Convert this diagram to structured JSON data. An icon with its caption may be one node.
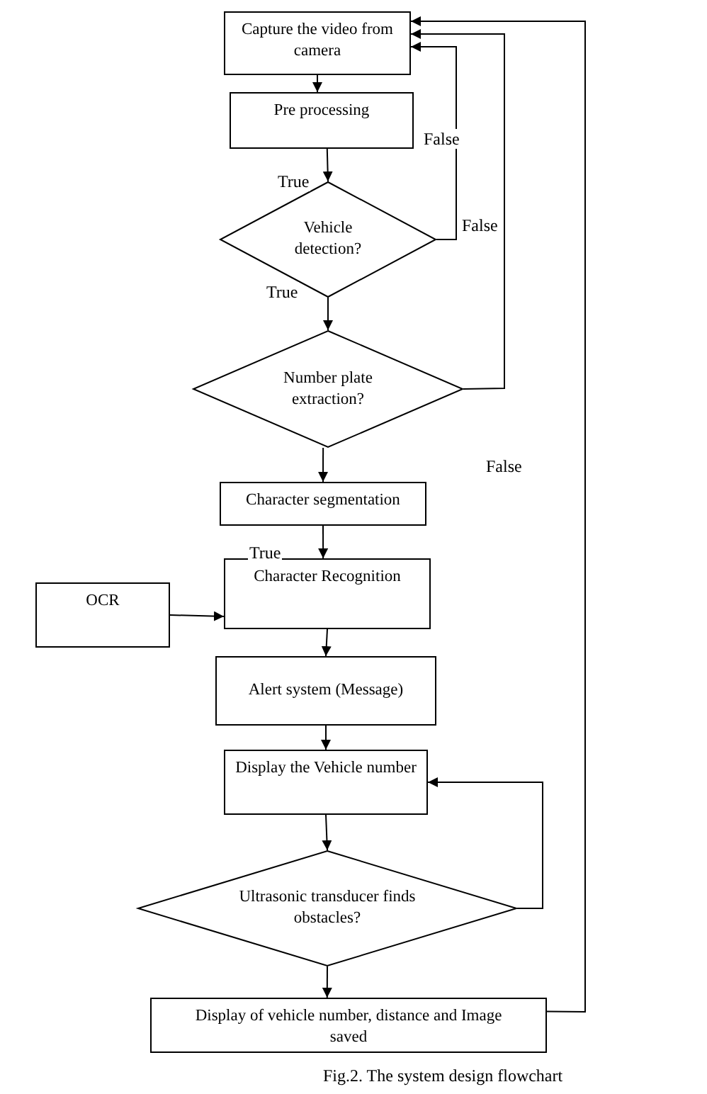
{
  "diagram": {
    "caption": "Fig.2.  The system design flowchart",
    "nodes": [
      {
        "text": [
          "Capture the video from camera"
        ]
      },
      {
        "text": [
          "Pre processing"
        ]
      },
      {
        "text": [
          "Vehicle detection?"
        ]
      },
      {
        "text": [
          "Number plate extraction?"
        ]
      },
      {
        "text": [
          "Character segmentation"
        ]
      },
      {
        "text": [
          "Character Recognition"
        ]
      },
      {
        "text": [
          "OCR"
        ]
      },
      {
        "text": [
          "Alert system (Message)"
        ]
      },
      {
        "text": [
          "Display the Vehicle number"
        ]
      },
      {
        "text": [
          "Ultrasonic transducer finds obstacles?"
        ]
      },
      {
        "text": [
          "Display of vehicle number, distance  and Image saved"
        ]
      }
    ],
    "edges": [
      {
        "from": 0,
        "to": 1,
        "arrow": "to"
      },
      {
        "from": 1,
        "to": 2,
        "arrow": "to",
        "label": "True"
      },
      {
        "from": 2,
        "to": 3,
        "arrow": "to",
        "label": "True"
      },
      {
        "from": 2,
        "to": 0,
        "arrow": "to",
        "label": "False"
      },
      {
        "from": 3,
        "to": 0,
        "arrow": "to"
      },
      {
        "from": 3,
        "to": 4,
        "arrow": "to"
      },
      {
        "from": 4,
        "to": 5,
        "arrow": "to",
        "label": "True"
      },
      {
        "from": 6,
        "to": 5,
        "arrow": "to"
      },
      {
        "from": 5,
        "to": 7,
        "arrow": "to"
      },
      {
        "from": 7,
        "to": 8,
        "arrow": "to"
      },
      {
        "from": 8,
        "to": 9,
        "arrow": "to"
      },
      {
        "from": 9,
        "to": 8,
        "arrow": "to"
      },
      {
        "from": 9,
        "to": 10,
        "arrow": "to"
      },
      {
        "from": 10,
        "to": 0,
        "arrow": "to"
      }
    ],
    "labels": [
      "False",
      "False"
    ]
  }
}
